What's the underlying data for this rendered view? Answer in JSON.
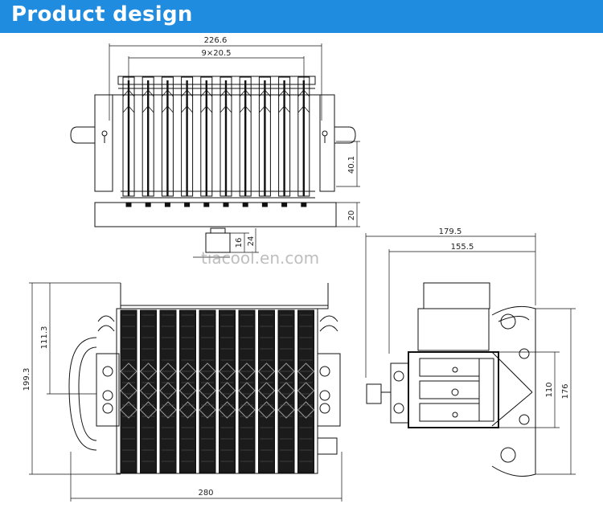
{
  "header": {
    "title": "Product design",
    "bg_color": "#1f8ce0",
    "text_color": "#ffffff"
  },
  "watermark": "tiacool.en.com",
  "dimensions": {
    "top_width": "226.6",
    "top_pitch": "9×20.5",
    "top_h_right": "40.1",
    "top_base": "20",
    "top_fit_a": "16",
    "top_fit_b": "24",
    "bottom_height_total": "199.3",
    "bottom_height_inner": "111.3",
    "bottom_width": "280",
    "side_width_total": "179.5",
    "side_width_inner": "155.5",
    "side_height_inner": "110",
    "side_height_total": "176"
  }
}
